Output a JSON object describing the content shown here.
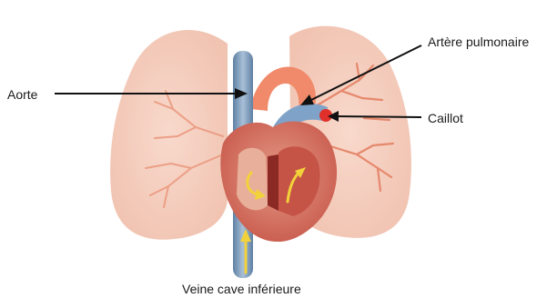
{
  "labels": {
    "aorte": "Aorte",
    "artere_pulmonaire": "Artère pulmonaire",
    "caillot": "Caillot",
    "veine_cave_inferieure": "Veine cave inférieure"
  },
  "colors": {
    "lung": "#f6d2c4",
    "lung_branch": "#ec9f86",
    "heart": "#d9796a",
    "heart_dark": "#b2403a",
    "vein": "#7f9fbf",
    "clot": "#e0302a",
    "arrow_flow": "#f2d23a",
    "pointer": "#111111"
  }
}
